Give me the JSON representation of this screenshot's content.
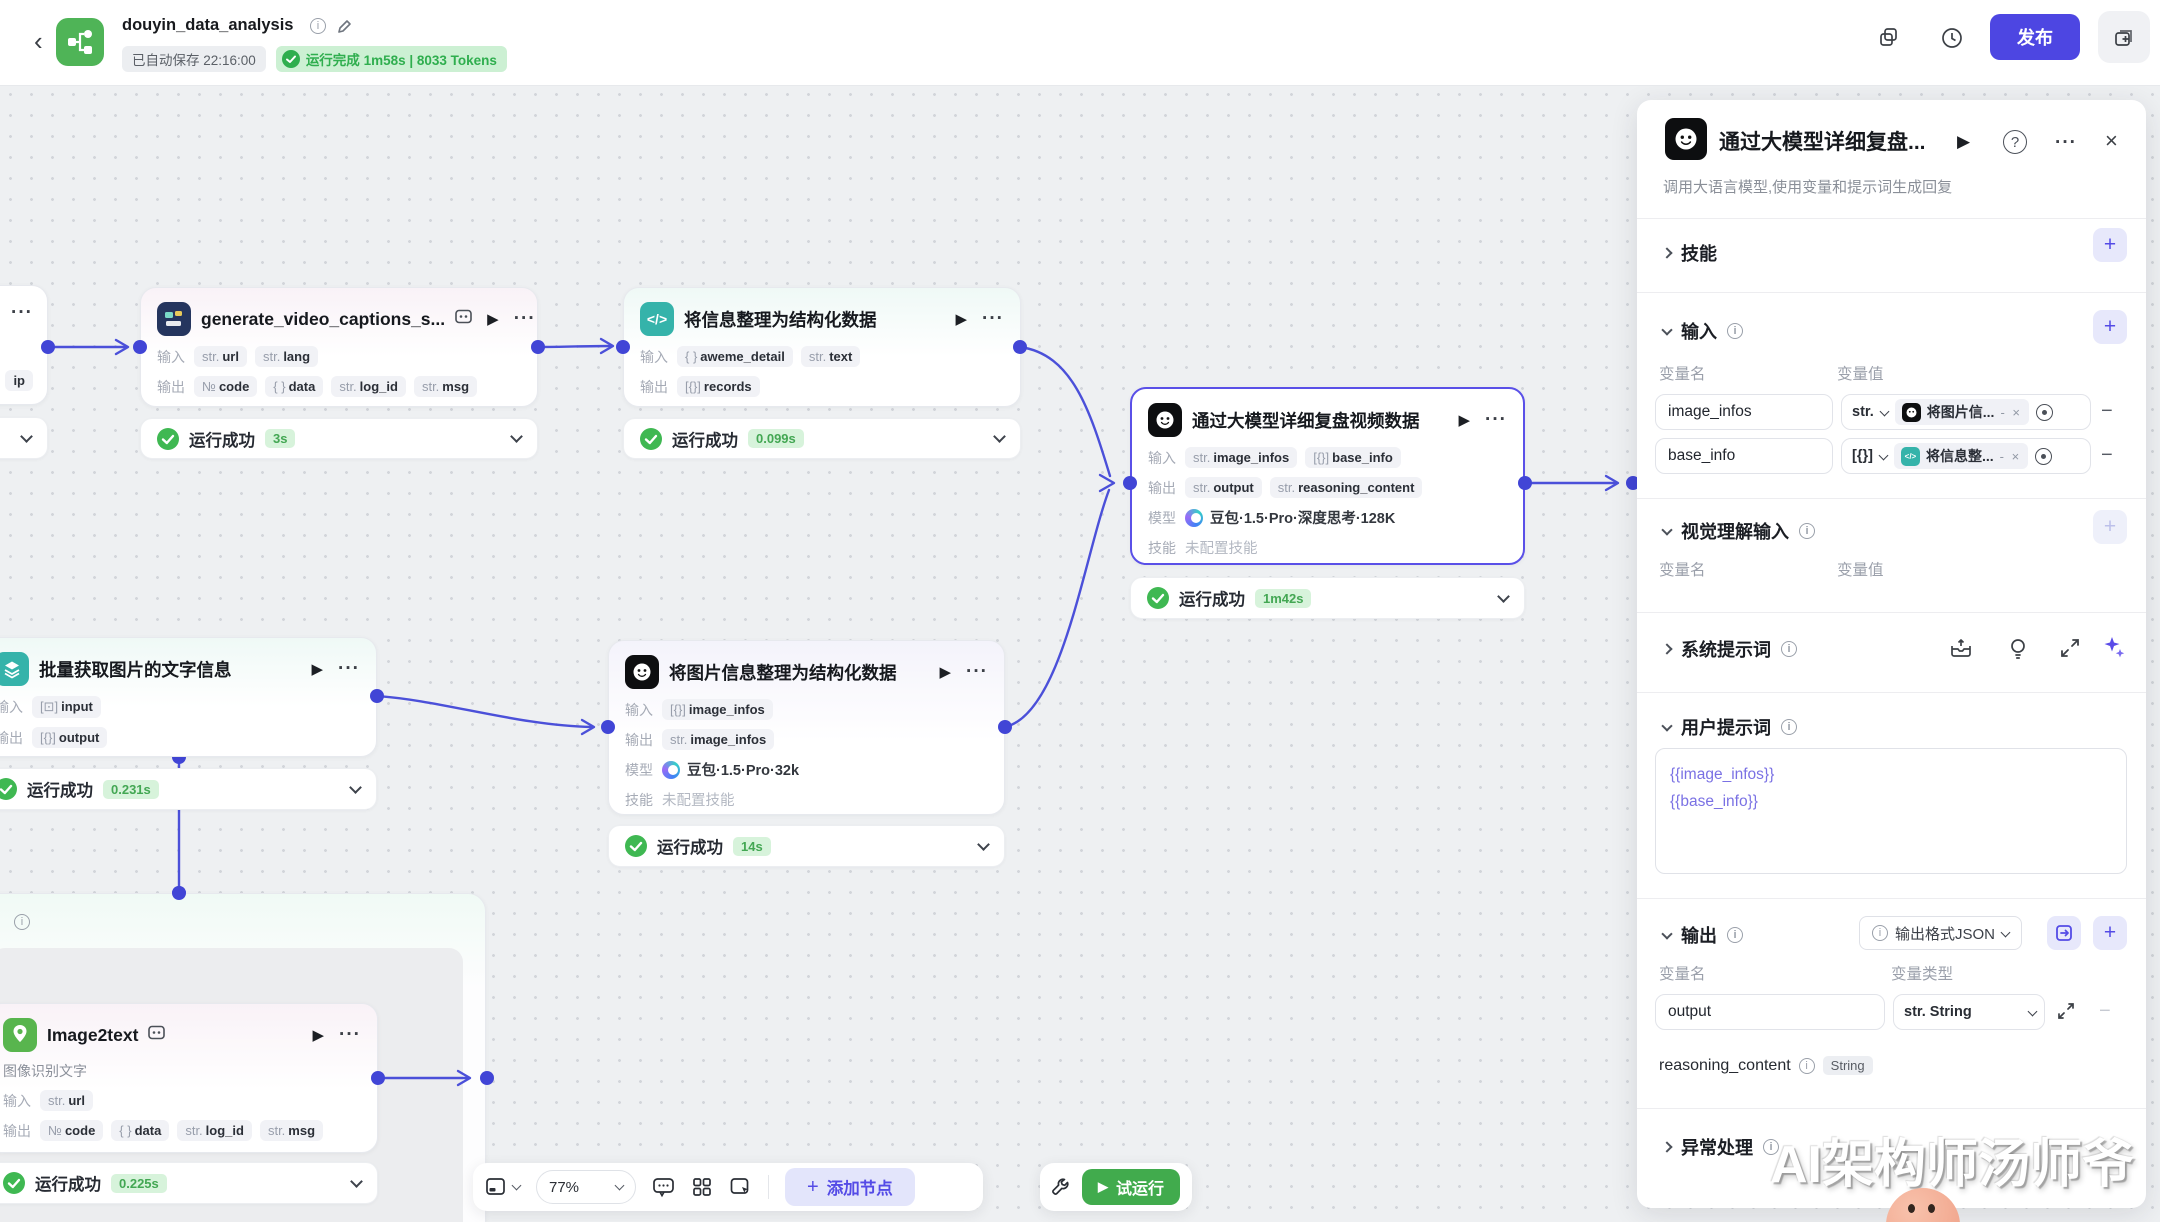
{
  "header": {
    "title": "douyin_data_analysis",
    "autosave": "已自动保存 22:16:00",
    "run_status": "运行完成 1m58s | 8033 Tokens",
    "publish_label": "发布"
  },
  "toolbar": {
    "zoom": "77%",
    "add_node_label": "添加节点",
    "run_label": "试运行"
  },
  "watermark": "AI架构师汤师爷",
  "canvas": {
    "labels": {
      "in": "输入",
      "out": "输出",
      "model": "模型",
      "skill": "技能"
    },
    "nodes": {
      "a": {
        "chip": "ip"
      },
      "b": {
        "title": "generate_video_captions_s...",
        "inputs": [
          {
            "t": "str.",
            "n": "url"
          },
          {
            "t": "str.",
            "n": "lang"
          }
        ],
        "outputs": [
          {
            "t": "№",
            "n": "code"
          },
          {
            "t": "{ }",
            "n": "data"
          },
          {
            "t": "str.",
            "n": "log_id"
          },
          {
            "t": "str.",
            "n": "msg"
          }
        ],
        "status": "运行成功",
        "time": "3s"
      },
      "c": {
        "title": "将信息整理为结构化数据",
        "inputs": [
          {
            "t": "{ }",
            "n": "aweme_detail"
          },
          {
            "t": "str.",
            "n": "text"
          }
        ],
        "outputs": [
          {
            "t": "[{}]",
            "n": "records"
          }
        ],
        "status": "运行成功",
        "time": "0.099s"
      },
      "e": {
        "title": "通过大模型详细复盘视频数据",
        "inputs": [
          {
            "t": "str.",
            "n": "image_infos"
          },
          {
            "t": "[{}]",
            "n": "base_info"
          }
        ],
        "outputs": [
          {
            "t": "str.",
            "n": "output"
          },
          {
            "t": "str.",
            "n": "reasoning_content"
          }
        ],
        "model": "豆包·1.5·Pro·深度思考·128K",
        "skill": "未配置技能",
        "status": "运行成功",
        "time": "1m42s"
      },
      "d": {
        "title": "批量获取图片的文字信息",
        "inputs": [
          {
            "t": "[⊡]",
            "n": "input"
          }
        ],
        "outputs": [
          {
            "t": "[{}]",
            "n": "output"
          }
        ],
        "status": "运行成功",
        "time": "0.231s"
      },
      "f": {
        "title": "将图片信息整理为结构化数据",
        "inputs": [
          {
            "t": "[{}]",
            "n": "image_infos"
          }
        ],
        "outputs": [
          {
            "t": "str.",
            "n": "image_infos"
          }
        ],
        "model": "豆包·1.5·Pro·32k",
        "skill": "未配置技能",
        "status": "运行成功",
        "time": "14s"
      },
      "h": {
        "title": "Image2text",
        "desc": "图像识别文字",
        "inputs": [
          {
            "t": "str.",
            "n": "url"
          }
        ],
        "outputs": [
          {
            "t": "№",
            "n": "code"
          },
          {
            "t": "{ }",
            "n": "data"
          },
          {
            "t": "str.",
            "n": "log_id"
          },
          {
            "t": "str.",
            "n": "msg"
          }
        ],
        "status": "运行成功",
        "time": "0.225s"
      }
    }
  },
  "panel": {
    "title": "通过大模型详细复盘...",
    "subtitle": "调用大语言模型,使用变量和提示词生成回复",
    "sections": {
      "skill": "技能",
      "input": "输入",
      "vision": "视觉理解输入",
      "system_prompt": "系统提示词",
      "user_prompt": "用户提示词",
      "output": "输出",
      "error": "异常处理"
    },
    "col_var_name": "变量名",
    "col_var_value": "变量值",
    "col_var_type": "变量类型",
    "input_rows": [
      {
        "name": "image_infos",
        "type": "str.",
        "ref": "将图片信..."
      },
      {
        "name": "base_info",
        "type": "[{}]",
        "ref": "将信息整..."
      }
    ],
    "user_prompt_lines": [
      "{{image_infos}}",
      "{{base_info}}"
    ],
    "output_format": "输出格式JSON",
    "output_row": {
      "name": "output",
      "type": "str. String"
    },
    "reasoning": {
      "name": "reasoning_content",
      "type": "String"
    }
  }
}
